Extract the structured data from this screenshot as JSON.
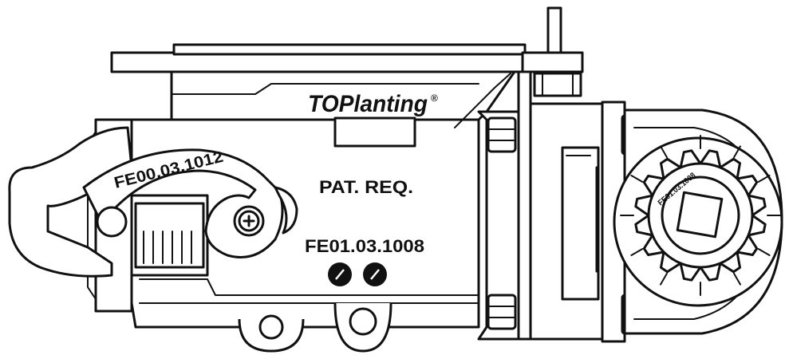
{
  "brand": {
    "logo_text": "TOPlanting",
    "registered_mark": "®"
  },
  "labels": {
    "lever_part_number": "FE00.03.1012",
    "body_part_number": "FE01.03.1008",
    "patent": "PAT. REQ."
  },
  "colors": {
    "line": "#111111",
    "background": "#ffffff"
  }
}
